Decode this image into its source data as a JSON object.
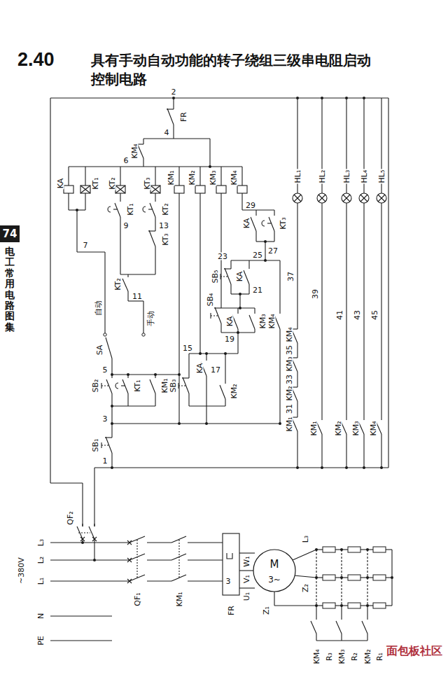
{
  "diagram": {
    "title": "具有手动自动功能的转子绕组三级串电阻启动 控制电路",
    "labels": [
      "2.40",
      "74",
      "电工常用电路图集",
      "2",
      "FR",
      "4",
      "KM₄",
      "6",
      "KA",
      "KT₁",
      "KT₂",
      "KT₃",
      "KM₁",
      "KM₂",
      "KM₃",
      "KM₄",
      "KT₁",
      "9",
      "KT₂",
      "13",
      "7",
      "KT₃",
      "KT₂",
      "11",
      "29",
      "KA",
      "KT₃",
      "27",
      "23",
      "25",
      "SB₅",
      "KA",
      "21",
      "KM₄",
      "SB₄",
      "19",
      "KA",
      "KM₃",
      "自动",
      "手动",
      "SA",
      "15",
      "KA",
      "17",
      "SB₃",
      "KM₂",
      "5",
      "SB₂",
      "KT₁",
      "KM₁",
      "3",
      "SB₁",
      "1",
      "37",
      "39",
      "41",
      "43",
      "45",
      "KM₄",
      "35",
      "KM₃",
      "33",
      "KM₂",
      "31",
      "KM₁",
      "KM₁",
      "KM₂",
      "KM₃",
      "KM₄",
      "HL₁",
      "HL₂",
      "HL₃",
      "HL₄",
      "HL₅",
      "QF₂",
      "~380V",
      "L₃",
      "L₂",
      "L₁",
      "N",
      "PE",
      "QF₁",
      "KM₁",
      "FR",
      "3",
      "U₁",
      "V₁",
      "W₁",
      "M",
      "3~",
      "L₃",
      "Z₂",
      "Z₁",
      "KM₄",
      "R₃",
      "KM₃",
      "R₂",
      "KM₂",
      "R₁",
      "面包板社区"
    ]
  }
}
